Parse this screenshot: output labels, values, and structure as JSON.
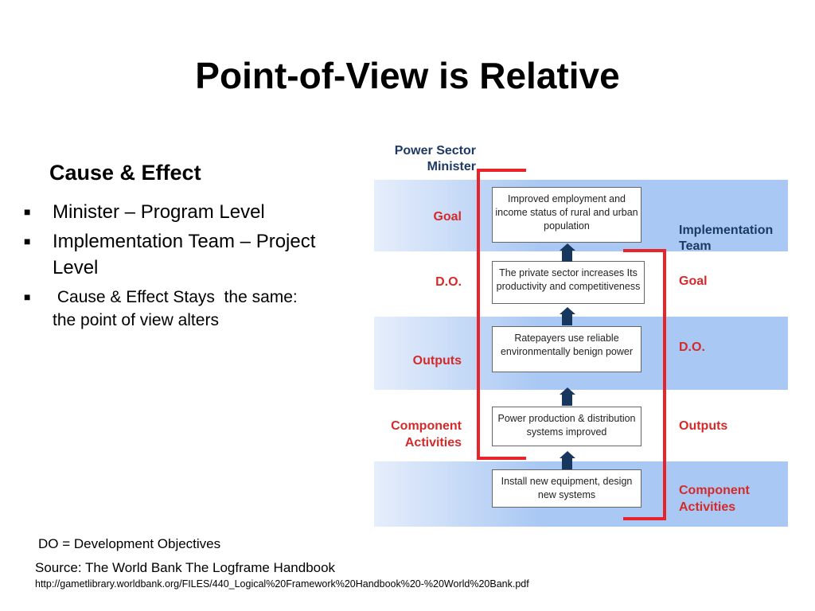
{
  "slide": {
    "title": "Point-of-View is Relative",
    "subhead": "Cause & Effect",
    "bullets": [
      "Minister – Program Level",
      "Implementation Team – Project Level",
      " Cause & Effect Stays  the same: the point of view alters"
    ],
    "do_note": "DO = Development Objectives",
    "source": "Source:  The World Bank The Logframe Handbook",
    "url": "http://gametlibrary.worldbank.org/FILES/440_Logical%20Framework%20Handbook%20-%20World%20Bank.pdf"
  },
  "diagram": {
    "left_header": "Power Sector Minister",
    "right_header": "Implementation Team",
    "left_levels": [
      "Goal",
      "D.O.",
      "Outputs",
      "Component Activities"
    ],
    "right_levels": [
      "Goal",
      "D.O.",
      "Outputs",
      "Component Activities"
    ],
    "boxes": [
      "Improved employment  and income status of rural and urban population",
      "The private sector increases Its productivity and competitiveness",
      "Ratepayers use reliable environmentally benign power",
      "Power production & distribution systems improved",
      "Install new equipment, design new systems"
    ],
    "colors": {
      "label_red": "#d42a2a",
      "bracket_red": "#e8232a",
      "navy": "#1e3a63",
      "band_blue": "#a9c8f3"
    }
  }
}
